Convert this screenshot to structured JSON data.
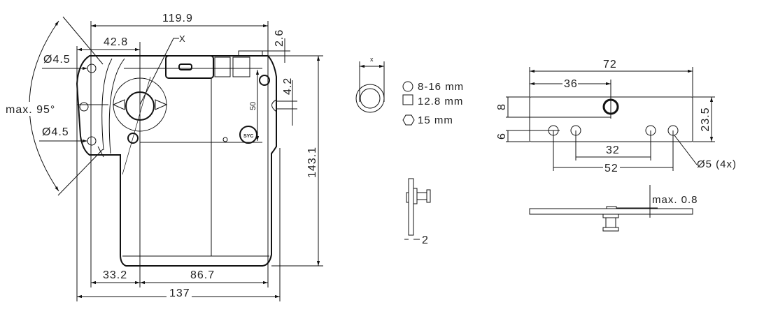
{
  "actuator": {
    "dim_width_top": "119.9",
    "dim_shaft_offset_top": "42.8",
    "dim_2_6": "2.6",
    "dim_4_2": "4.2",
    "dim_50": "50",
    "dim_height": "143.1",
    "dim_33_2": "33.2",
    "dim_86_7": "86.7",
    "dim_total_width": "137",
    "hole_top": "Ø4.5",
    "hole_bottom": "Ø4.5",
    "angle": "max. 95°",
    "shaft_label": "X"
  },
  "shaft_legend": {
    "x_label": "x",
    "items": [
      {
        "shape": "circle",
        "label": "8-16 mm"
      },
      {
        "shape": "square",
        "label": "12.8 mm"
      },
      {
        "shape": "hexagon",
        "label": "15 mm"
      }
    ]
  },
  "side_view": {
    "thickness": "2"
  },
  "plate": {
    "length": "72",
    "center_offset": "36",
    "top_offset": "8",
    "bottom_offset": "6",
    "height": "23.5",
    "inner_spacing": "32",
    "outer_spacing": "52",
    "holes": "Ø5 (4x)",
    "flatness": "max. 0.8"
  }
}
